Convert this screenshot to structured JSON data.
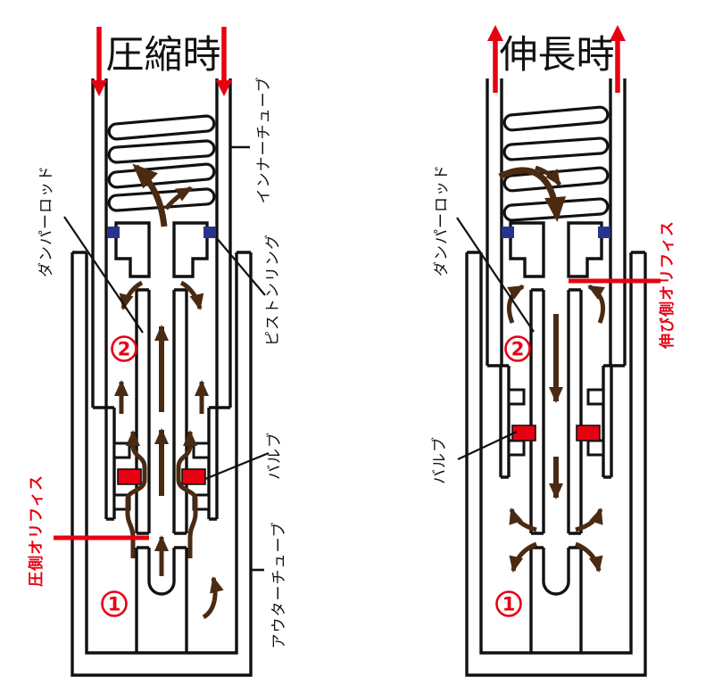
{
  "colors": {
    "red": "#e60012",
    "arrow_brown": "#4b2a12",
    "piston_ring_blue": "#283390",
    "line": "#111111"
  },
  "left_diagram": {
    "title": "圧縮時",
    "labels": {
      "inner_tube": "インナーチューブ",
      "damper_rod": "ダンパーロッド",
      "piston_ring": "ピストンリング",
      "valve": "バルブ",
      "outer_tube": "アウターチューブ",
      "orifice": "圧側オリフィス"
    },
    "numbers": {
      "upper_chamber": "2",
      "lower_chamber": "1"
    }
  },
  "right_diagram": {
    "title": "伸長時",
    "labels": {
      "damper_rod": "ダンパーロッド",
      "valve": "バルブ",
      "orifice": "伸び側オリフィス"
    },
    "numbers": {
      "upper_chamber": "2",
      "lower_chamber": "1"
    }
  }
}
